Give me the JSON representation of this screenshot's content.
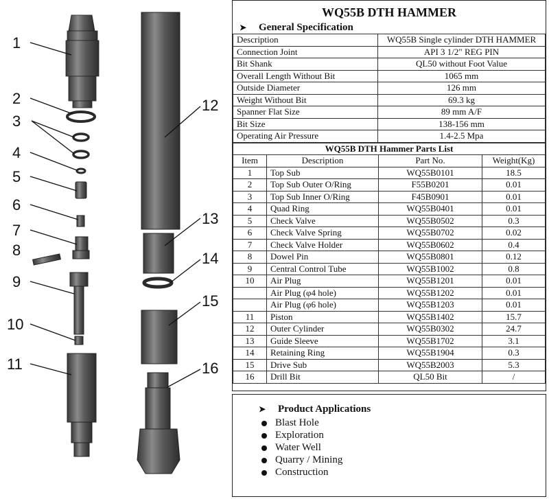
{
  "title": "WQ55B DTH HAMMER",
  "general": {
    "heading": "General Specification",
    "rows": [
      {
        "label": "Description",
        "value": "WQ55B Single cylinder DTH HAMMER"
      },
      {
        "label": "Connection Joint",
        "value": "API 3 1/2\" REG PIN"
      },
      {
        "label": "Bit Shank",
        "value": "QL50 without Foot Value"
      },
      {
        "label": "Overall Length Without Bit",
        "value": "1065 mm"
      },
      {
        "label": "Outside Diameter",
        "value": "126  mm"
      },
      {
        "label": "Weight Without Bit",
        "value": "69.3  kg"
      },
      {
        "label": "Spanner Flat Size",
        "value": "89  mm  A/F"
      },
      {
        "label": "Bit Size",
        "value": "138-156  mm"
      },
      {
        "label": "Operating Air Pressure",
        "value": "1.4-2.5 Mpa"
      }
    ]
  },
  "parts": {
    "heading": "WQ55B DTH Hammer Parts List",
    "columns": [
      "Item",
      "Description",
      "Part No.",
      "Weight(Kg)"
    ],
    "rows": [
      {
        "item": "1",
        "desc": "Top Sub",
        "part": "WQ55B0101",
        "weight": "18.5"
      },
      {
        "item": "2",
        "desc": "Top Sub Outer O/Ring",
        "part": "F55B0201",
        "weight": "0.01"
      },
      {
        "item": "3",
        "desc": "Top Sub Inner O/Ring",
        "part": "F45B0901",
        "weight": "0.01"
      },
      {
        "item": "4",
        "desc": "Quad Ring",
        "part": "WQ55B0401",
        "weight": "0.01"
      },
      {
        "item": "5",
        "desc": "Check Valve",
        "part": "WQ55B0502",
        "weight": "0.3"
      },
      {
        "item": "6",
        "desc": "Check Valve Spring",
        "part": "WQ55B0702",
        "weight": "0.02"
      },
      {
        "item": "7",
        "desc": "Check Valve Holder",
        "part": "WQ55B0602",
        "weight": "0.4"
      },
      {
        "item": "8",
        "desc": "Dowel Pin",
        "part": "WQ55B0801",
        "weight": "0.12"
      },
      {
        "item": "9",
        "desc": "Central Control Tube",
        "part": "WQ55B1002",
        "weight": "0.8"
      },
      {
        "item": "10",
        "desc": "Air Plug",
        "part": "WQ55B1201",
        "weight": "0.01"
      },
      {
        "item": "",
        "desc": "Air Plug (φ4 hole)",
        "part": "WQ55B1202",
        "weight": "0.01"
      },
      {
        "item": "",
        "desc": "Air Plug (φ6 hole)",
        "part": "WQ55B1203",
        "weight": "0.01"
      },
      {
        "item": "11",
        "desc": "Piston",
        "part": "WQ55B1402",
        "weight": "15.7"
      },
      {
        "item": "12",
        "desc": "Outer Cylinder",
        "part": "WQ55B0302",
        "weight": "24.7"
      },
      {
        "item": "13",
        "desc": "Guide Sleeve",
        "part": "WQ55B1702",
        "weight": "3.1"
      },
      {
        "item": "14",
        "desc": "Retaining Ring",
        "part": "WQ55B1904",
        "weight": "0.3"
      },
      {
        "item": "15",
        "desc": "Drive Sub",
        "part": "WQ55B2003",
        "weight": "5.3"
      },
      {
        "item": "16",
        "desc": "Drill Bit",
        "part": "QL50 Bit",
        "weight": "/"
      }
    ]
  },
  "applications": {
    "heading": "Product Applications",
    "items": [
      "Blast Hole",
      "Exploration",
      "Water Well",
      "Quarry / Mining",
      "Construction"
    ]
  },
  "callouts": [
    "1",
    "2",
    "3",
    "4",
    "5",
    "6",
    "7",
    "8",
    "9",
    "10",
    "11",
    "12",
    "13",
    "14",
    "15",
    "16"
  ],
  "colors": {
    "part_dark": "#4a4a4a",
    "part_mid": "#6e6e6e",
    "part_light": "#9a9a9a"
  },
  "icons": {
    "section_marker": "arrowhead-icon",
    "bullet": "bullet-icon"
  }
}
